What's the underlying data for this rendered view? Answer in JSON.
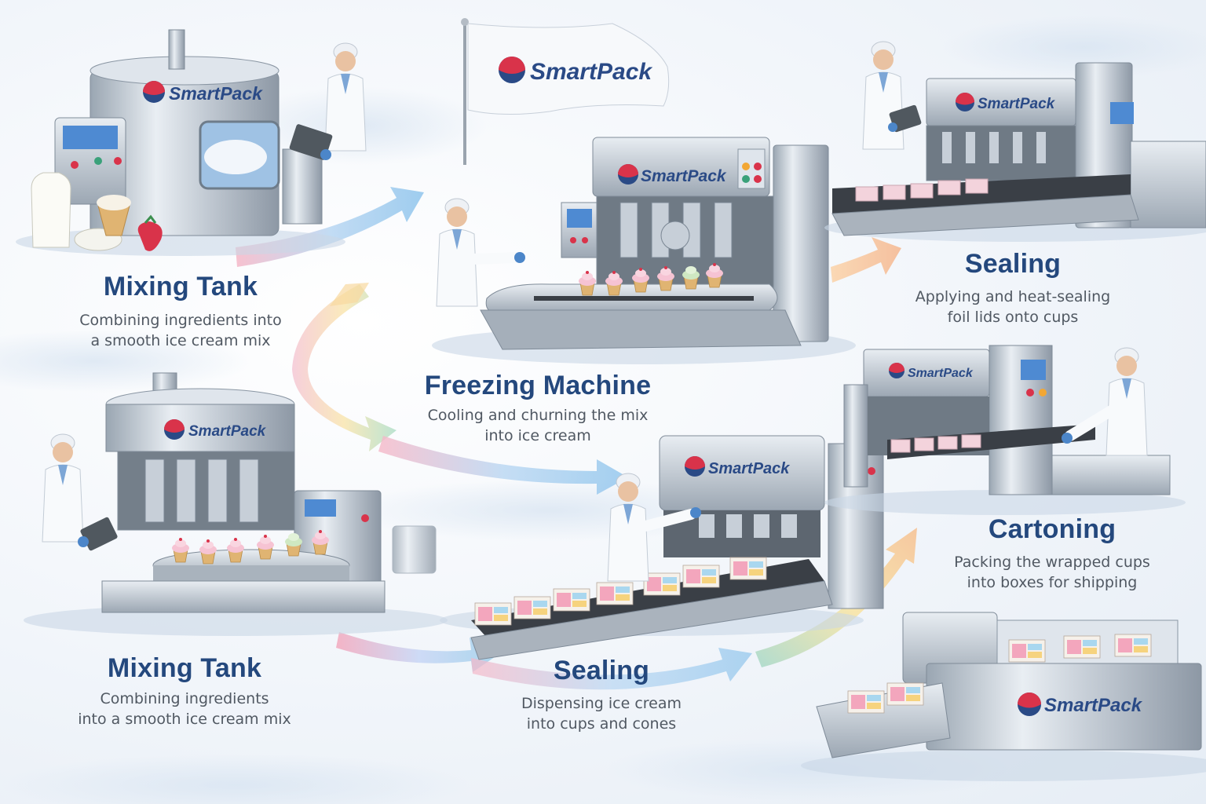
{
  "brand": {
    "name": "SmartPack",
    "primary_color": "#2a4a86",
    "accent_color": "#d9334a"
  },
  "flag": {
    "label": "SmartPack"
  },
  "stages": [
    {
      "id": "mixing-tank-top",
      "title": "Mixing Tank",
      "desc": [
        "Combining ingredients into",
        "a smooth ice cream mix"
      ],
      "machine_label": "SmartPack"
    },
    {
      "id": "freezing-machine",
      "title": "Freezing Machine",
      "desc": [
        "Cooling and churning the mix",
        "into ice cream"
      ],
      "machine_label": "SmartPack"
    },
    {
      "id": "sealing-top",
      "title": "Sealing",
      "desc": [
        "Applying and heat-sealing",
        "foil lids onto cups"
      ],
      "machine_label": "SmartPack"
    },
    {
      "id": "mixing-tank-bottom",
      "title": "Mixing Tank",
      "desc": [
        "Combining ingredients",
        "into a smooth ice cream mix"
      ],
      "machine_label": "SmartPack"
    },
    {
      "id": "sealing-bottom",
      "title": "Sealing",
      "desc": [
        "Dispensing ice cream",
        "into cups and cones"
      ],
      "machine_label": "SmartPack"
    },
    {
      "id": "cartoning",
      "title": "Cartoning",
      "desc": [
        "Packing the wrapped cups",
        "into boxes for shipping"
      ],
      "machine_label": "SmartPack"
    }
  ],
  "machine_labels": [
    "SmartPack",
    "SmartPack",
    "SmartPack",
    "SmartPack",
    "SmartPack",
    "SmartPack",
    "SmartPack"
  ]
}
